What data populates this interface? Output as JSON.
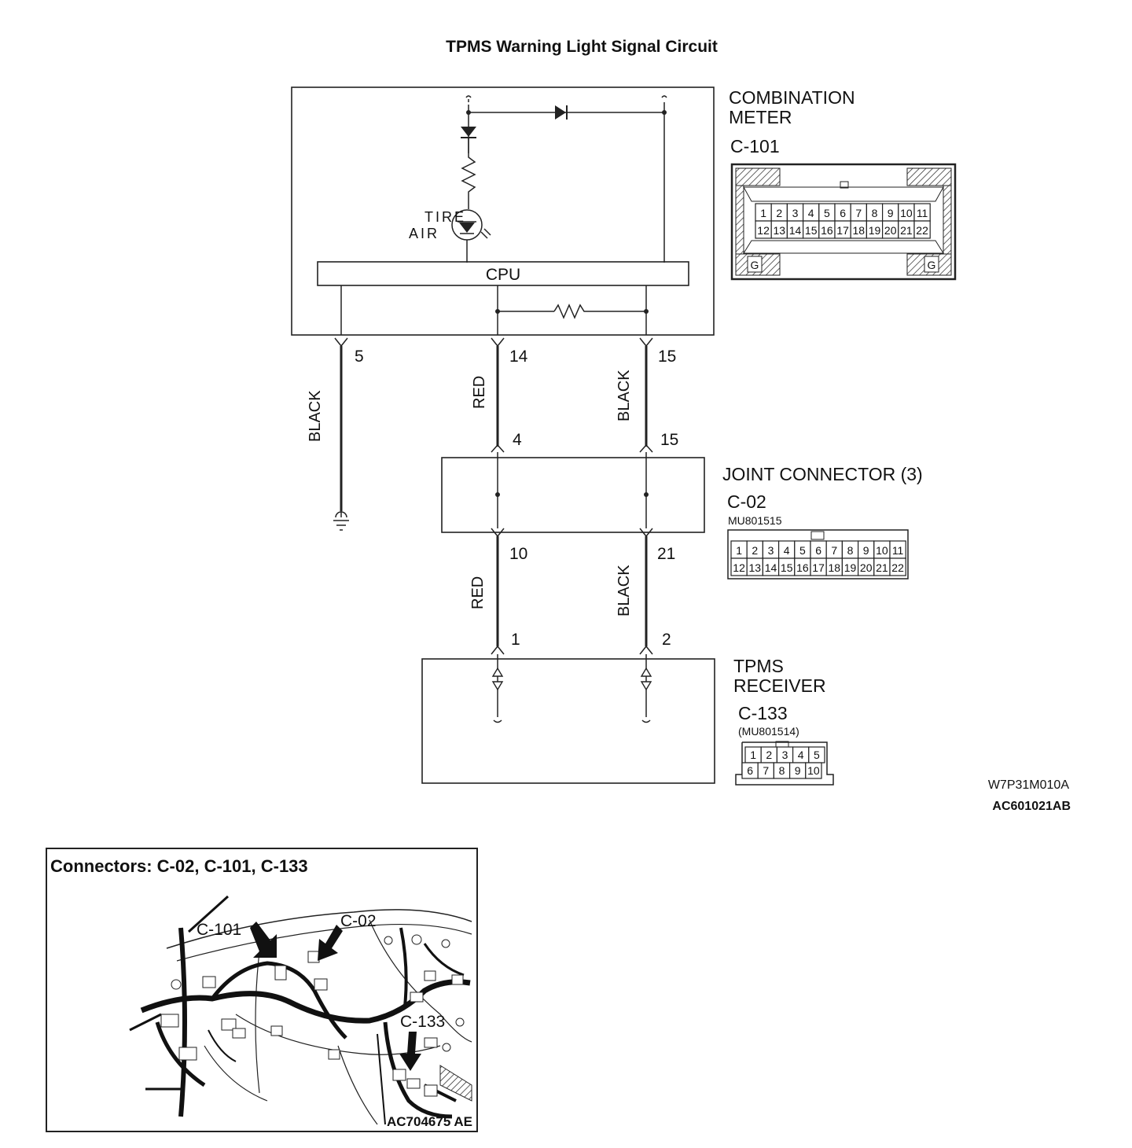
{
  "title": "TPMS Warning Light Signal Circuit",
  "combination_meter": {
    "name_line1": "COMBINATION",
    "name_line2": "METER",
    "connector_id": "C-101",
    "cpu_label": "CPU",
    "lamp_label_line1": "TIRE",
    "lamp_label_line2": "AIR",
    "pins_row1": [
      "1",
      "2",
      "3",
      "4",
      "5",
      "6",
      "7",
      "8",
      "9",
      "10",
      "11"
    ],
    "pins_row2": [
      "12",
      "13",
      "14",
      "15",
      "16",
      "17",
      "18",
      "19",
      "20",
      "21",
      "22"
    ],
    "key_marks": [
      "G",
      "G"
    ]
  },
  "joint_connector": {
    "name": "JOINT CONNECTOR (3)",
    "connector_id": "C-02",
    "part_number": "MU801515",
    "pins_row1": [
      "1",
      "2",
      "3",
      "4",
      "5",
      "6",
      "7",
      "8",
      "9",
      "10",
      "11"
    ],
    "pins_row2": [
      "12",
      "13",
      "14",
      "15",
      "16",
      "17",
      "18",
      "19",
      "20",
      "21",
      "22"
    ]
  },
  "tpms_receiver": {
    "name_line1": "TPMS",
    "name_line2": "RECEIVER",
    "connector_id": "C-133",
    "part_number": "(MU801514)",
    "pins_row1": [
      "1",
      "2",
      "3",
      "4",
      "5"
    ],
    "pins_row2": [
      "6",
      "7",
      "8",
      "9",
      "10"
    ]
  },
  "wires": {
    "ground": {
      "pin": "5",
      "color": "BLACK"
    },
    "signal_upper": {
      "pin_meter": "14",
      "pin_joint": "4",
      "color": "RED"
    },
    "signal_lower": {
      "pin_joint": "10",
      "pin_receiver": "1",
      "color": "RED"
    },
    "return_upper": {
      "pin_meter": "15",
      "pin_joint": "15",
      "color": "BLACK"
    },
    "return_lower": {
      "pin_joint": "21",
      "pin_receiver": "2",
      "color": "BLACK"
    }
  },
  "figure_codes": {
    "code1": "W7P31M010A",
    "code2": "AC601021AB"
  },
  "inset": {
    "title": "Connectors: C-02, C-101, C-133",
    "callouts": [
      "C-101",
      "C-02",
      "C-133"
    ],
    "figure_code": "AC704675 AE"
  }
}
